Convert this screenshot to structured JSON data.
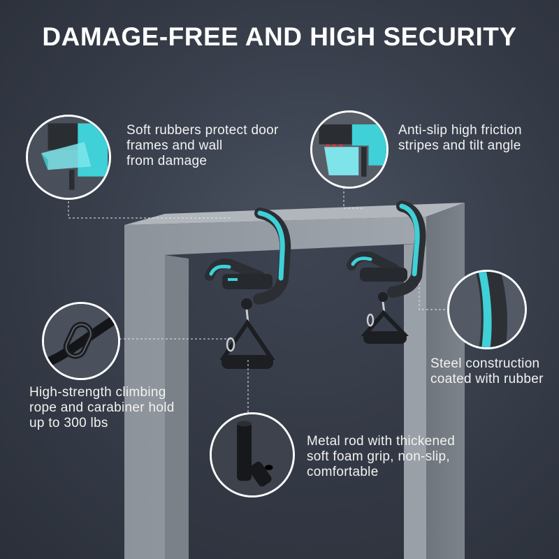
{
  "title": "DAMAGE-FREE AND HIGH SECURITY",
  "callouts": {
    "soft_rubber": "Soft rubbers protect door\nframes and wall\nfrom damage",
    "anti_slip": "Anti-slip high friction\nstripes and tilt angle",
    "climbing_rope": "High-strength climbing\nrope and carabiner hold\nup to 300 lbs",
    "steel": "Steel construction\ncoated with rubber",
    "metal_rod": "Metal rod with thickened\nsoft foam grip, non-slip,\ncomfortable"
  },
  "colors": {
    "accent": "#3fd0d8",
    "frame": "#8e949c",
    "background": "#363c48"
  }
}
